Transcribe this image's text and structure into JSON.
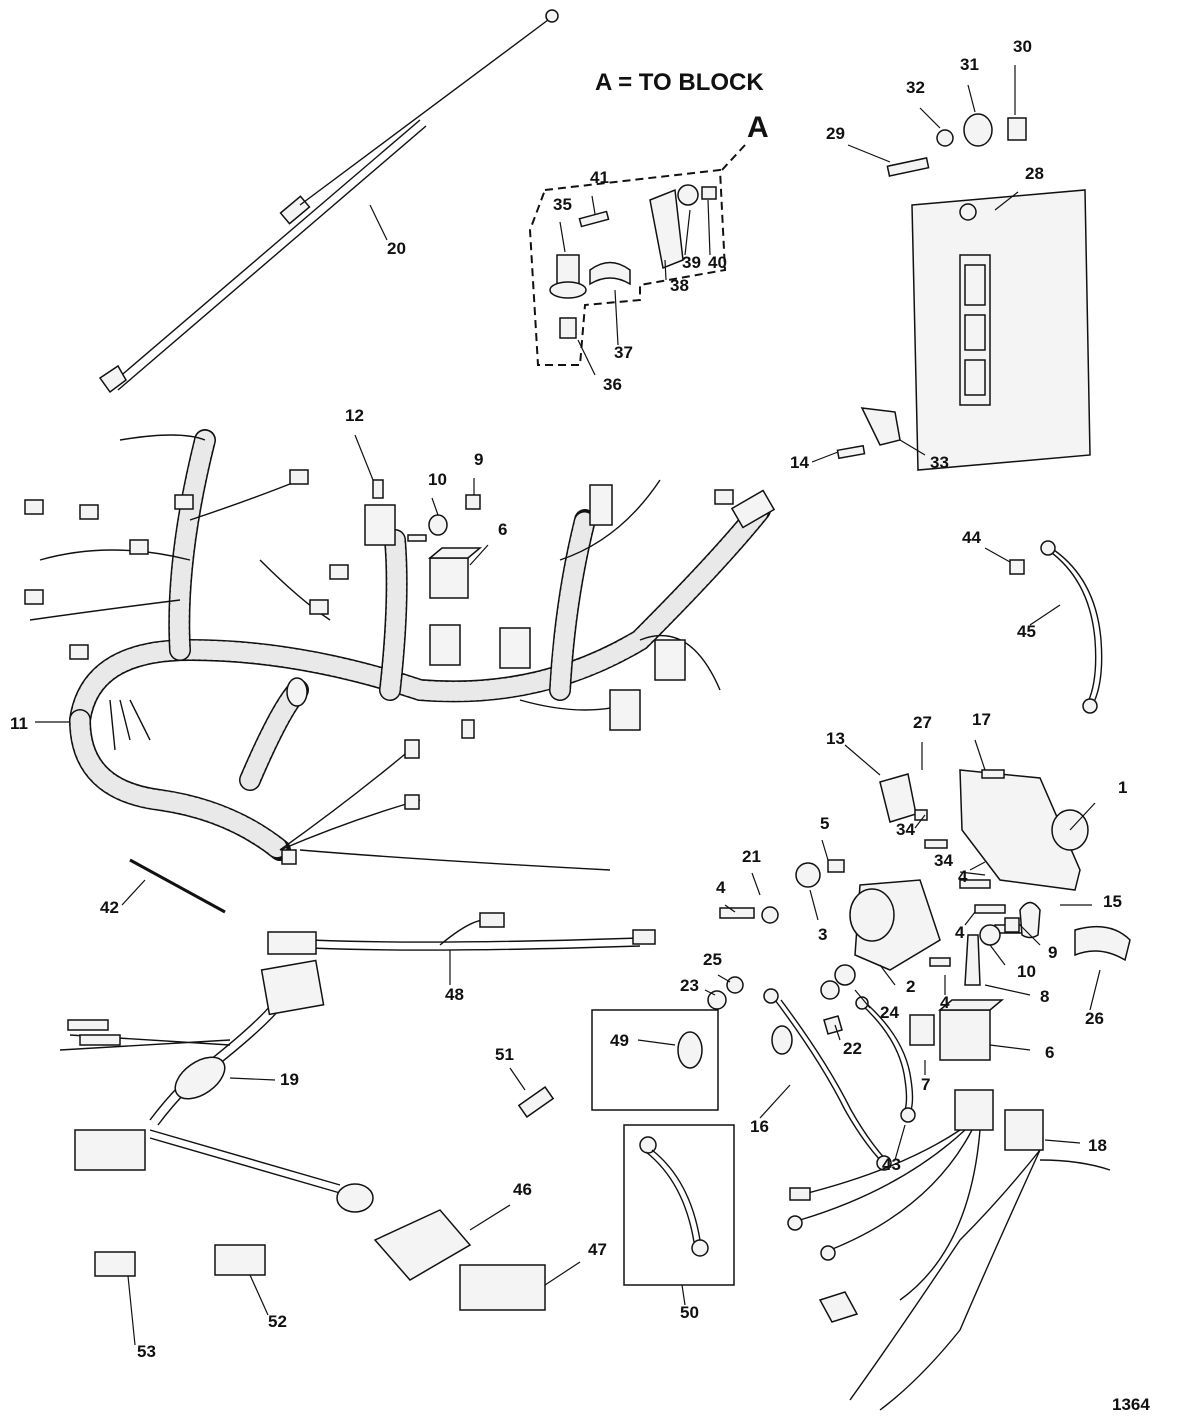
{
  "diagram": {
    "caption": "A = TO BLOCK",
    "detail_marker": "A",
    "figure_number": "1364",
    "labels": [
      "1",
      "2",
      "3",
      "4",
      "4",
      "4",
      "4",
      "5",
      "6",
      "6",
      "7",
      "8",
      "9",
      "9",
      "10",
      "10",
      "11",
      "12",
      "13",
      "14",
      "15",
      "16",
      "17",
      "18",
      "19",
      "20",
      "21",
      "22",
      "23",
      "24",
      "25",
      "26",
      "27",
      "28",
      "29",
      "30",
      "31",
      "32",
      "33",
      "34",
      "34",
      "35",
      "36",
      "37",
      "38",
      "39",
      "40",
      "41",
      "42",
      "43",
      "44",
      "45",
      "46",
      "47",
      "48",
      "49",
      "50",
      "51",
      "52",
      "53"
    ]
  }
}
